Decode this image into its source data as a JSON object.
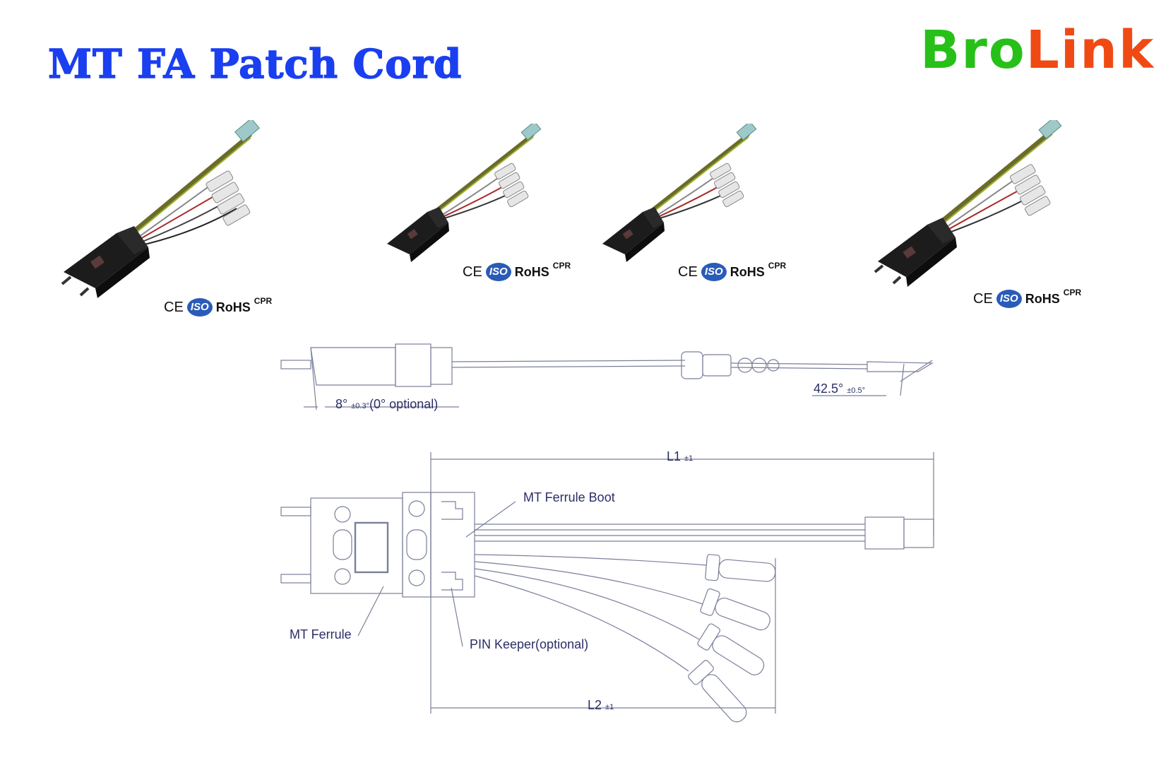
{
  "header": {
    "title": "MT FA Patch Cord",
    "logo_part1": "Bro",
    "logo_part2": "Link"
  },
  "certifications": {
    "ce": "CE",
    "iso": "ISO",
    "rohs": "RoHS",
    "cpr": "CPR"
  },
  "angle_drawing": {
    "ferrule_angle": "8°",
    "ferrule_tolerance": "±0.3°",
    "ferrule_optional": "(0° optional)",
    "fiber_angle": "42.5°",
    "fiber_tolerance": "±0.5°"
  },
  "dimension_drawing": {
    "l1_label": "L1",
    "l1_tolerance": "±1",
    "l2_label": "L2",
    "l2_tolerance": "±1",
    "ferrule_boot": "MT Ferrule Boot",
    "mt_ferrule": "MT Ferrule",
    "pin_keeper": "PIN Keeper(optional)"
  },
  "colors": {
    "title": "#1a3ff0",
    "logo_green": "#27c018",
    "logo_orange": "#f04a14",
    "drawing_line": "#7a7f9a",
    "label": "#2b2e66"
  }
}
